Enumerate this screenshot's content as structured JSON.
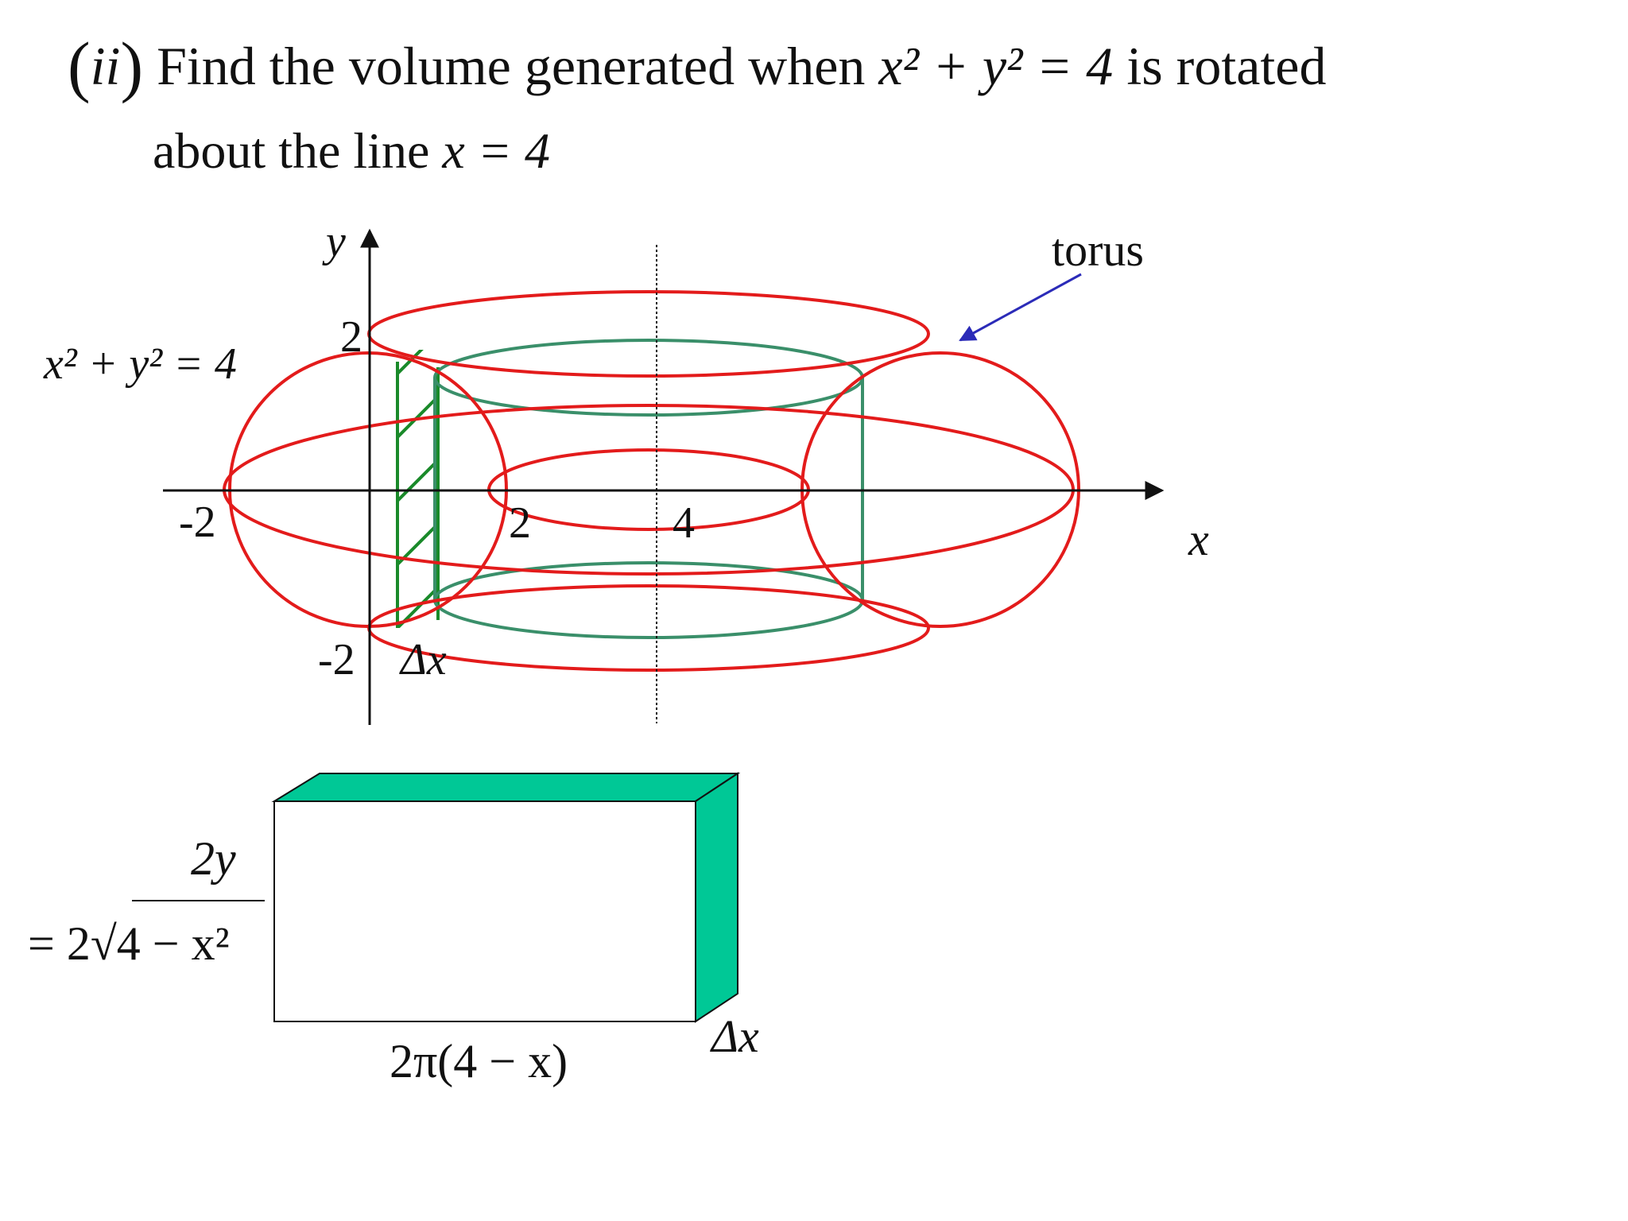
{
  "heading": {
    "part": "ii",
    "line1_text": "Find the volume generated when",
    "line1_expr": "x² + y² = 4",
    "line1_tail": "is rotated",
    "line2_text": "about the line",
    "line2_expr": "x = 4"
  },
  "diagram": {
    "axis_y_label": "y",
    "axis_x_label": "x",
    "tick_y_top": "2",
    "tick_y_bottom": "-2",
    "tick_x_left": "-2",
    "tick_x_2": "2",
    "tick_x_4": "4",
    "circle_equation": "x² + y² = 4",
    "strip_width_label": "Δx",
    "torus_label": "torus",
    "colors": {
      "torus": "#e31b1b",
      "shell": "#3a8f6a",
      "hatch": "#1a8a2a",
      "arrow": "#2b2bb8",
      "slab": "#00c896"
    }
  },
  "shell_slab": {
    "height_label_1": "2y",
    "height_label_2": "= 2√4 − x²",
    "length_label": "2π(4 − x)",
    "thickness_label": "Δx"
  }
}
